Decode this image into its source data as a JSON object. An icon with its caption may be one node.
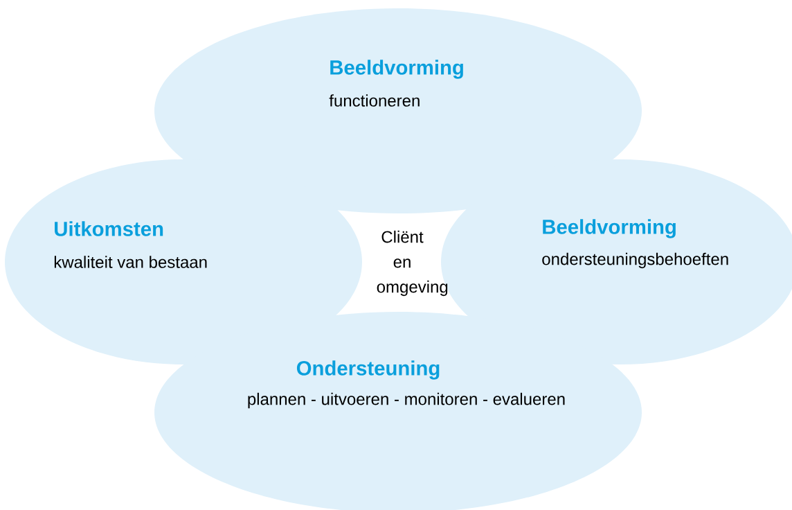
{
  "diagram": {
    "nodes": [
      {
        "text": [
          "Beeldvorming",
          "functioneren"
        ]
      },
      {
        "text": [
          "Uitkomsten",
          "kwaliteit van bestaan"
        ]
      },
      {
        "text": [
          "Cliënt en omgeving"
        ]
      },
      {
        "text": [
          "Beeldvorming",
          "ondersteuningsbehoeften"
        ]
      },
      {
        "text": [
          "Ondersteuning",
          "plannen - uitvoeren - monitoren - evalueren"
        ]
      }
    ]
  }
}
